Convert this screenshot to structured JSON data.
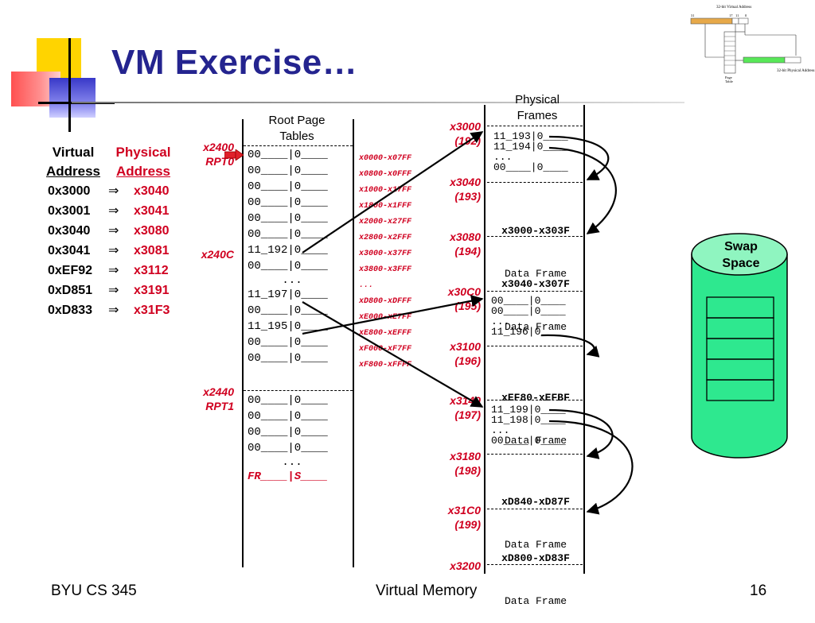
{
  "slide": {
    "title": "VM Exercise…",
    "footer_left": "BYU CS 345",
    "footer_center": "Virtual Memory",
    "footer_right": "16"
  },
  "address_table": {
    "virtual_header": "Virtual",
    "virtual_header2": "Address",
    "physical_header": "Physical",
    "physical_header2": "Address",
    "arrow_glyph": "⇒",
    "rows": [
      {
        "virtual": "0x3000",
        "physical": "x3040"
      },
      {
        "virtual": "0x3001",
        "physical": "x3041"
      },
      {
        "virtual": "0x3040",
        "physical": "x3080"
      },
      {
        "virtual": "0x3041",
        "physical": "x3081"
      },
      {
        "virtual": "0xEF92",
        "physical": "x3112"
      },
      {
        "virtual": "0xD851",
        "physical": "x3191"
      },
      {
        "virtual": "0xD833",
        "physical": "x31F3"
      }
    ]
  },
  "root_page_tables": {
    "header1": "Root Page",
    "header2": "Tables",
    "labels": {
      "x2400": "x2400",
      "rpt0": "RPT0",
      "x240c": "x240C",
      "x2440": "x2440",
      "rpt1": "RPT1"
    },
    "rpt0_entries": [
      "00____|0____",
      "00____|0____",
      "00____|0____",
      "00____|0____",
      "00____|0____",
      "00____|0____",
      "11_192|0____",
      "00____|0____",
      "...",
      "11_197|0____",
      "00____|0____",
      "11_195|0____",
      "00____|0____",
      "00____|0____"
    ],
    "rpt1_entries": [
      "00____|0____",
      "00____|0____",
      "00____|0____",
      "00____|0____",
      "...",
      "FR____|S____"
    ],
    "ranges": [
      "x0000-x07FF",
      "x0800-x0FFF",
      "x1000-x17FF",
      "x1800-x1FFF",
      "x2000-x27FF",
      "x2800-x2FFF",
      "x3000-x37FF",
      "x3800-x3FFF",
      "...",
      "xD800-xDFFF",
      "xE000-xE7FF",
      "xE800-xEFFF",
      "xF000-xF7FF",
      "xF800-xFFFF"
    ]
  },
  "physical_frames": {
    "header1": "Physical",
    "header2": "Frames",
    "frames": [
      {
        "addr": "x3000",
        "num": "(192)",
        "lines": [
          "11_193|0____",
          "11_194|0____",
          "...",
          "00____|0____"
        ],
        "kind": "table"
      },
      {
        "addr": "x3040",
        "num": "(193)",
        "lines": [
          "x3000-x303F",
          "Data Frame"
        ],
        "kind": "data"
      },
      {
        "addr": "x3080",
        "num": "(194)",
        "lines": [
          "x3040-x307F",
          "Data Frame"
        ],
        "kind": "data"
      },
      {
        "addr": "x30C0",
        "num": "(195)",
        "lines": [
          "00____|0____",
          "00____|0____",
          "...",
          "11_196|0____"
        ],
        "kind": "table"
      },
      {
        "addr": "x3100",
        "num": "(196)",
        "lines": [
          "xEF80-xEFBF",
          "Data Frame"
        ],
        "kind": "data"
      },
      {
        "addr": "x3140",
        "num": "(197)",
        "lines": [
          "11_199|0____",
          "11_198|0____",
          "...",
          "00____|0____"
        ],
        "kind": "table"
      },
      {
        "addr": "x3180",
        "num": "(198)",
        "lines": [
          "xD840-xD87F",
          "Data Frame"
        ],
        "kind": "data"
      },
      {
        "addr": "x31C0",
        "num": "(199)",
        "lines": [
          "xD800-xD83F",
          "Data Frame"
        ],
        "kind": "data"
      }
    ],
    "end_addr": "x3200"
  },
  "swap": {
    "line1": "Swap",
    "line2": "Space"
  },
  "thumbnail": {
    "label_top": "32-bit Virtual Address",
    "bit31": "31",
    "bit17": "17",
    "bit11": "11",
    "bit0": "0",
    "label_right": "32-bit Physical Address",
    "page_table": "Page",
    "page_table2": "Table"
  },
  "colors": {
    "title": "#24248f",
    "red": "#d00020",
    "swap_fill": "#2ee88f",
    "swap_top": "#8ff5c0",
    "logo_yellow": "#ffd400",
    "logo_blue": "#3838c8",
    "logo_red": "#ff4040",
    "thumb_orange": "#e7a94a",
    "thumb_green": "#58e858"
  }
}
